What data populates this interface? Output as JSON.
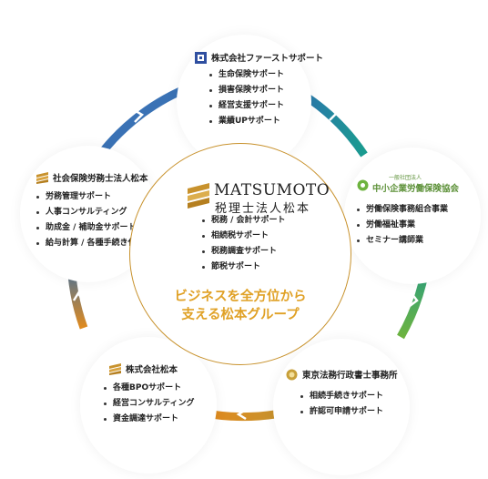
{
  "center": {
    "brand_en": "MATSUMOTO",
    "brand_jp": "税理士法人松本",
    "services": [
      "税務 / 会計サポート",
      "相続税サポート",
      "税務調査サポート",
      "節税サポート"
    ],
    "tagline_1": "ビジネスを全方位から",
    "tagline_2": "支える松本グループ"
  },
  "nodes": {
    "first_support": {
      "name": "株式会社ファーストサポート",
      "services": [
        "生命保険サポート",
        "損害保険サポート",
        "経営支援サポート",
        "業績UPサポート"
      ]
    },
    "chusho": {
      "sub": "一般社団法人",
      "name": "中小企業労働保険協会",
      "services": [
        "労働保険事務組合事業",
        "労働福祉事業",
        "セミナー講師業"
      ]
    },
    "gyosei": {
      "name": "東京法務行政書士事務所",
      "services": [
        "相続手続きサポート",
        "許認可申請サポート"
      ]
    },
    "matsumoto_co": {
      "name": "株式会社松本",
      "services": [
        "各種BPOサポート",
        "経営コンサルティング",
        "資金調達サポート"
      ]
    },
    "sharoushi": {
      "name": "社会保険労務士法人松本",
      "services": [
        "労務管理サポート",
        "人事コンサルティング",
        "助成金 / 補助金サポート",
        "給与計算 / 各種手続き代行"
      ]
    }
  },
  "colors": {
    "blue": "#2f6fb3",
    "teal": "#1a9b8f",
    "green": "#6db33f",
    "gold": "#c8922d",
    "orange": "#e08a1e",
    "center_text": "#e0a126"
  }
}
